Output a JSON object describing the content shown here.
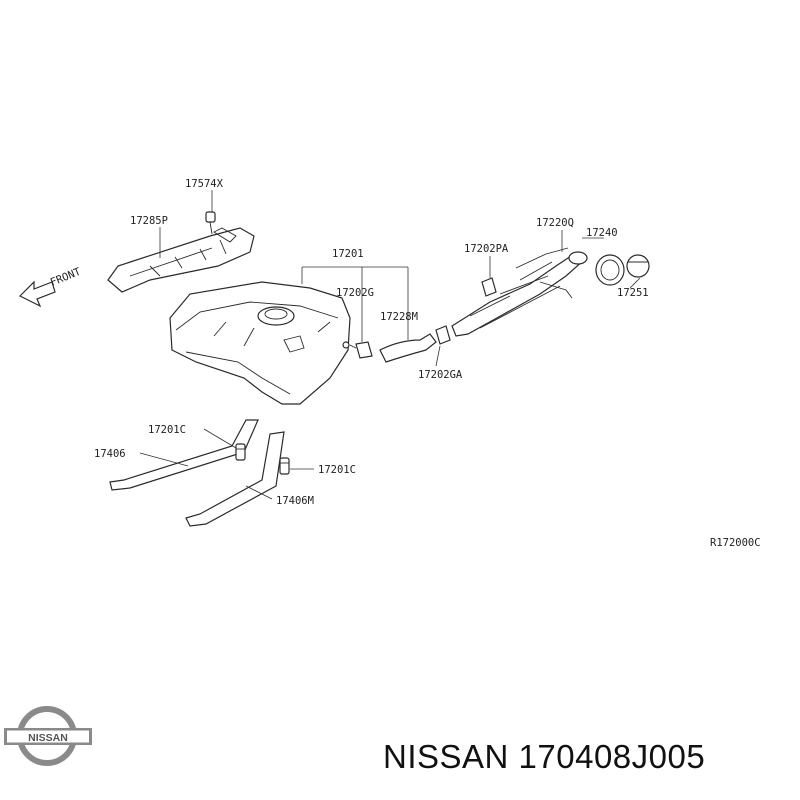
{
  "diagram": {
    "direction_label": "FRONT",
    "ref_code": "R172000C",
    "labels": {
      "p17574X": "17574X",
      "p17285P": "17285P",
      "p17201": "17201",
      "p17202G": "17202G",
      "p17228M": "17228M",
      "p17202PA": "17202PA",
      "p17220Q": "17220Q",
      "p17240": "17240",
      "p17251": "17251",
      "p17202GA": "17202GA",
      "p17201C_a": "17201C",
      "p17406": "17406",
      "p17201C_b": "17201C",
      "p17406M": "17406M"
    }
  },
  "footer": {
    "brand_logo_text": "NISSAN",
    "part_number": "NISSAN 170408J005"
  },
  "colors": {
    "line": "#2b2b2b",
    "text": "#111111",
    "logo": "#8a8a8a"
  }
}
